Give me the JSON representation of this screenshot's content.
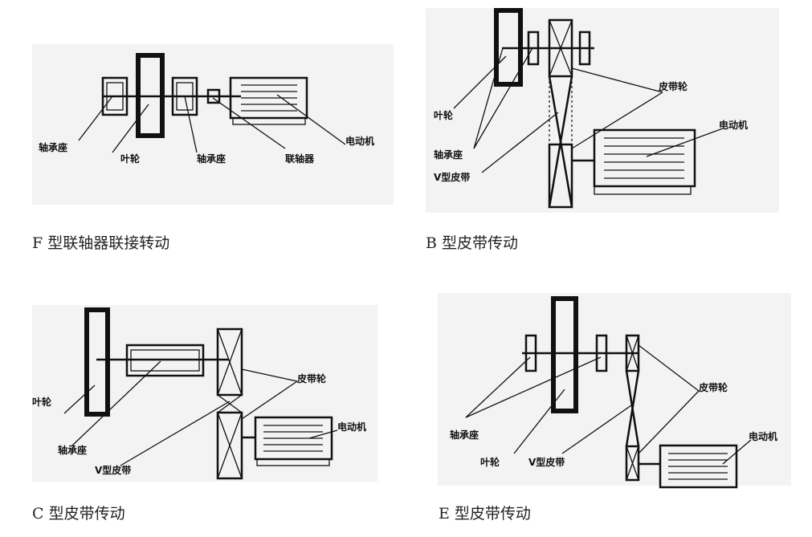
{
  "panels": {
    "f": {
      "caption": "F 型联轴器联接转动",
      "labels": {
        "bearing_left": "轴承座",
        "impeller": "叶轮",
        "bearing_right": "轴承座",
        "coupling": "联轴器",
        "motor": "电动机"
      }
    },
    "b": {
      "caption": "B 型皮带传动",
      "labels": {
        "impeller": "叶轮",
        "pulley": "皮带轮",
        "motor": "电动机",
        "bearing": "轴承座",
        "belt": "V型皮带"
      }
    },
    "c": {
      "caption": "C 型皮带传动",
      "labels": {
        "impeller": "叶轮",
        "pulley": "皮带轮",
        "motor": "电动机",
        "bearing": "轴承座",
        "belt": "V型皮带"
      }
    },
    "e": {
      "caption": "E 型皮带传动",
      "labels": {
        "bearing": "轴承座",
        "impeller": "叶轮",
        "belt": "V型皮带",
        "pulley": "皮带轮",
        "motor": "电动机"
      }
    }
  }
}
